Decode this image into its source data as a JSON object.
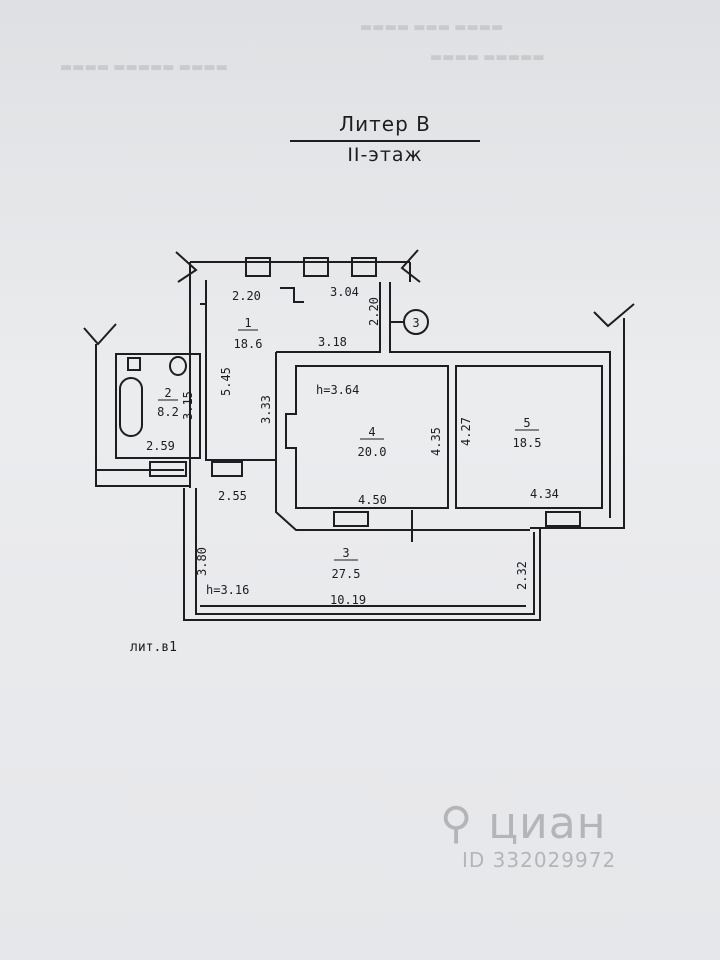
{
  "header": {
    "line1": "Литер В",
    "line2": "II-этаж"
  },
  "rooms": [
    {
      "number": "1",
      "area": "18.6"
    },
    {
      "number": "2",
      "area": "8.2"
    },
    {
      "number": "3",
      "area": "27.5"
    },
    {
      "number": "4",
      "area": "20.0"
    },
    {
      "number": "5",
      "area": "18.5"
    }
  ],
  "heights": {
    "room4": "h=3.64",
    "room3": "h=3.16"
  },
  "dimensions": {
    "d220_top": "2.20",
    "d304": "3.04",
    "d220_side": "2.20",
    "d318": "3.18",
    "d545": "5.45",
    "d333": "3.33",
    "d315": "3.15",
    "d259": "2.59",
    "d255": "2.55",
    "d435": "4.35",
    "d427": "4.27",
    "d450": "4.50",
    "d434": "4.34",
    "d380": "3.80",
    "d232": "2.32",
    "d1019": "10.19"
  },
  "stair_marker": "3",
  "annex_label": "лит.в1",
  "watermark": {
    "brand": "циан",
    "id": "ID 332029972"
  },
  "colors": {
    "ink": "#1d1d22",
    "paper": "#e9eaec",
    "watermark": "#b4b5b9"
  }
}
